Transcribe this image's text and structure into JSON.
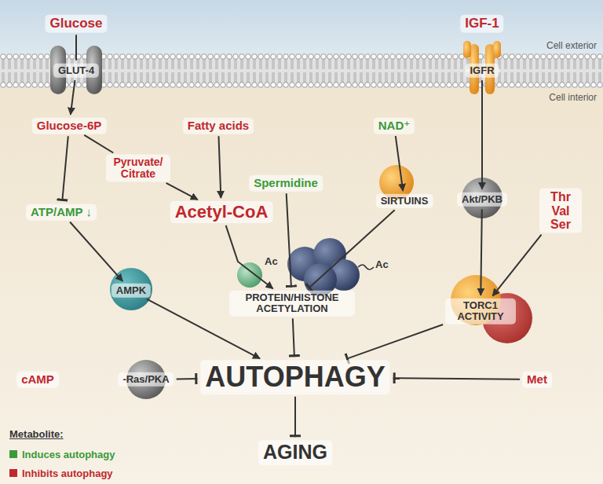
{
  "diagram": {
    "nodes": [
      {
        "text": [
          "Glucose"
        ]
      },
      {
        "text": [
          "GLUT-4"
        ]
      },
      {
        "text": [
          "IGF-1"
        ]
      },
      {
        "text": [
          "IGFR"
        ]
      },
      {
        "text": [
          "Glucose-6P"
        ]
      },
      {
        "text": [
          "Fatty acids"
        ]
      },
      {
        "text": [
          "NAD⁺"
        ]
      },
      {
        "text": [
          "Pyruvate/ Citrate"
        ]
      },
      {
        "text": [
          "Spermidine"
        ]
      },
      {
        "text": [
          "SIRTUINS"
        ]
      },
      {
        "text": [
          "Akt/PKB"
        ]
      },
      {
        "text": [
          "ATP/AMP ↓"
        ]
      },
      {
        "text": [
          "Acetyl-CoA"
        ]
      },
      {
        "text": [
          "Thr Val Ser"
        ]
      },
      {
        "text": [
          "AMPK"
        ]
      },
      {
        "text": [
          "PROTEIN/HISTONE ACETYLATION"
        ]
      },
      {
        "text": [
          "TORC1 ACTIVITY"
        ]
      },
      {
        "text": [
          "cAMP"
        ]
      },
      {
        "text": [
          "-Ras/PKA"
        ]
      },
      {
        "text": [
          "AUTOPHAGY"
        ]
      },
      {
        "text": [
          "Met"
        ]
      },
      {
        "text": [
          "AGING"
        ]
      }
    ],
    "edges": [
      {
        "from": 0,
        "to": 1,
        "arrow": "none"
      },
      {
        "from": 1,
        "to": 4,
        "arrow": "to"
      },
      {
        "from": 3,
        "to": 10,
        "arrow": "to"
      },
      {
        "from": 4,
        "to": 11,
        "arrow": "to"
      },
      {
        "from": 4,
        "to": 7,
        "arrow": "none"
      },
      {
        "from": 7,
        "to": 12,
        "arrow": "to"
      },
      {
        "from": 5,
        "to": 12,
        "arrow": "to"
      },
      {
        "from": 6,
        "to": 9,
        "arrow": "to"
      },
      {
        "from": 8,
        "to": 15,
        "arrow": "to"
      },
      {
        "from": 9,
        "to": 15,
        "arrow": "to"
      },
      {
        "from": 12,
        "to": 15,
        "arrow": "to"
      },
      {
        "from": 10,
        "to": 16,
        "arrow": "to"
      },
      {
        "from": 13,
        "to": 16,
        "arrow": "to"
      },
      {
        "from": 11,
        "to": 14,
        "arrow": "to"
      },
      {
        "from": 14,
        "to": 19,
        "arrow": "to"
      },
      {
        "from": 15,
        "to": 19,
        "arrow": "to"
      },
      {
        "from": 16,
        "to": 19,
        "arrow": "to"
      },
      {
        "from": 18,
        "to": 19,
        "arrow": "to"
      },
      {
        "from": 20,
        "to": 19,
        "arrow": "to"
      },
      {
        "from": 19,
        "to": 21,
        "arrow": "to"
      }
    ],
    "labels": [
      "Cell exterior",
      "Cell interior",
      "Ac",
      "Ac",
      "Metabolite:"
    ],
    "legend": [
      {
        "text": "Induces autophagy",
        "color": "#3a9a3a"
      },
      {
        "text": "Inhibits autophagy",
        "color": "#c1272d"
      }
    ]
  }
}
